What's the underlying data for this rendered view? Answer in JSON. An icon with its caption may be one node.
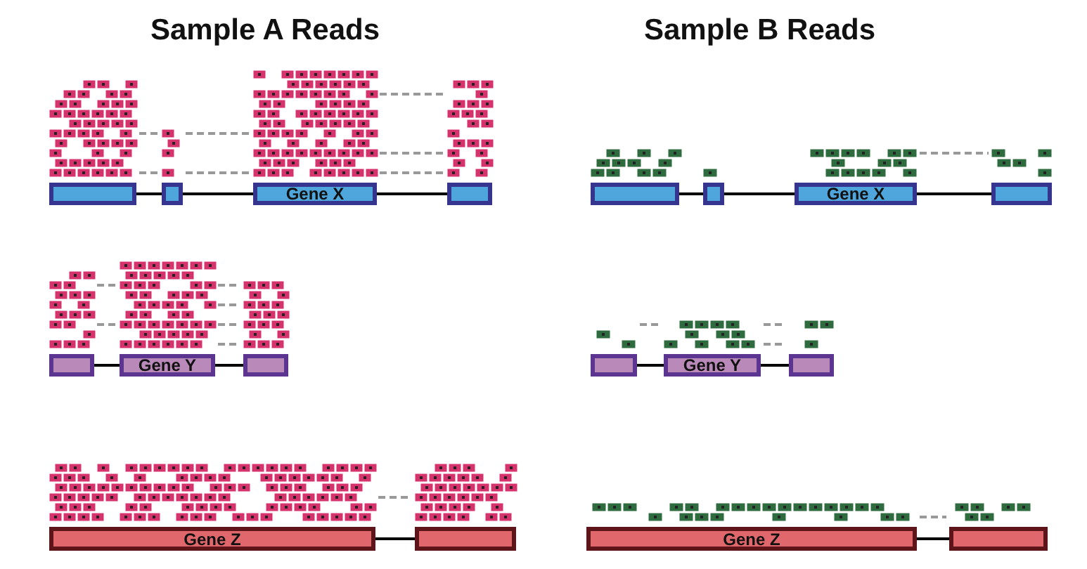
{
  "diagram": {
    "nodes": [
      {
        "text": [],
        "shape": "box"
      },
      {
        "text": [],
        "shape": "box"
      },
      {
        "text": [
          "Gene X"
        ]
      },
      {
        "text": [],
        "shape": "box"
      },
      {
        "text": [],
        "shape": "box"
      },
      {
        "text": [],
        "shape": "box"
      },
      {
        "text": [
          "Gene X"
        ]
      },
      {
        "text": [],
        "shape": "box"
      },
      {
        "text": [],
        "shape": "box"
      },
      {
        "text": [
          "Gene Y"
        ]
      },
      {
        "text": [],
        "shape": "box"
      },
      {
        "text": [],
        "shape": "box"
      },
      {
        "text": [
          "Gene Y"
        ]
      },
      {
        "text": [],
        "shape": "box"
      },
      {
        "text": [
          "Gene Z"
        ]
      },
      {
        "text": [],
        "shape": "box"
      },
      {
        "text": [
          "Gene Z"
        ]
      },
      {
        "text": [],
        "shape": "box"
      }
    ],
    "edges": [
      {
        "from": 0,
        "to": 1,
        "arrow": "none"
      },
      {
        "from": 1,
        "to": 2,
        "arrow": "none"
      },
      {
        "from": 2,
        "to": 3,
        "arrow": "none"
      },
      {
        "from": 4,
        "to": 5,
        "arrow": "none"
      },
      {
        "from": 5,
        "to": 6,
        "arrow": "none"
      },
      {
        "from": 6,
        "to": 7,
        "arrow": "none"
      },
      {
        "from": 8,
        "to": 9,
        "arrow": "none"
      },
      {
        "from": 9,
        "to": 10,
        "arrow": "none"
      },
      {
        "from": 11,
        "to": 12,
        "arrow": "none"
      },
      {
        "from": 12,
        "to": 13,
        "arrow": "none"
      },
      {
        "from": 14,
        "to": 15,
        "arrow": "none"
      },
      {
        "from": 16,
        "to": 17,
        "arrow": "none"
      }
    ],
    "labels": [
      "Sample A Reads",
      "Sample B Reads"
    ]
  }
}
